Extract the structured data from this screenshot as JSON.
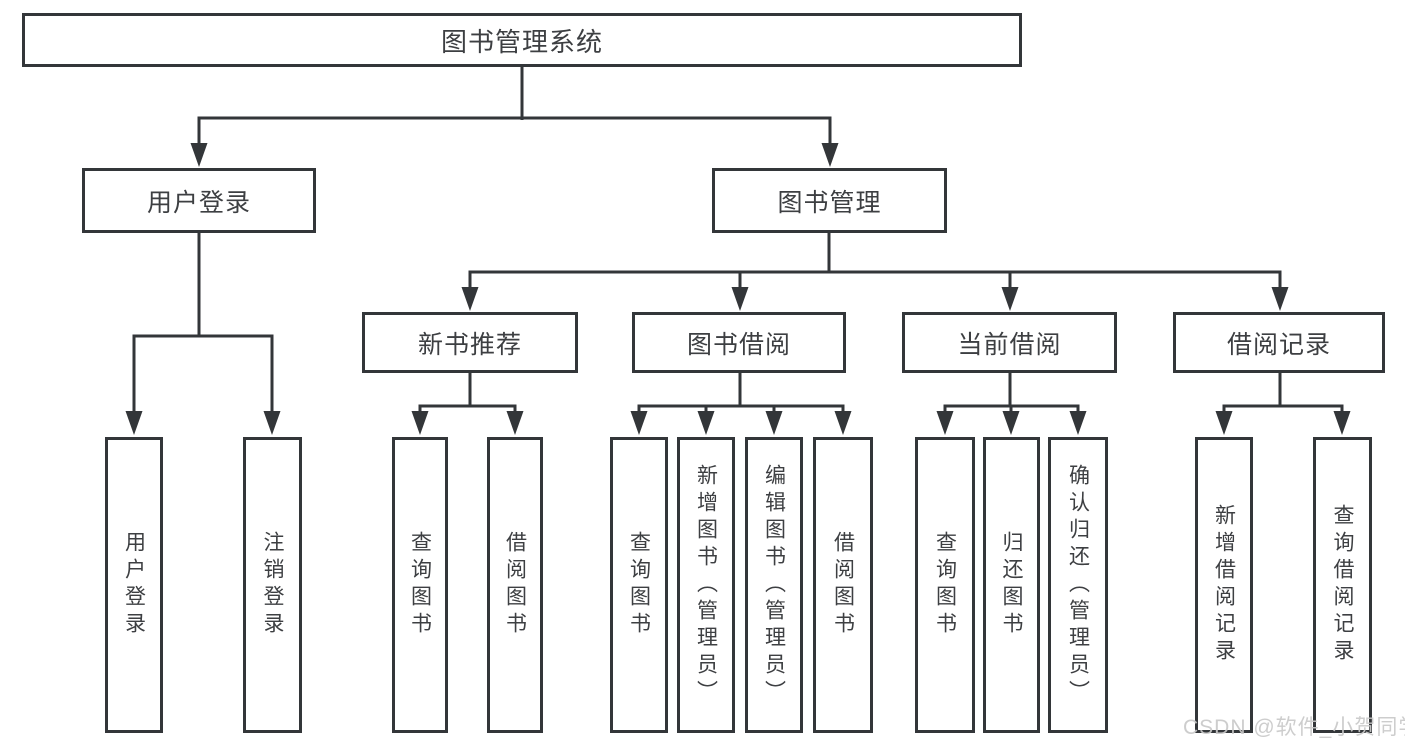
{
  "diagram": {
    "title": "图书管理系统",
    "branches": [
      {
        "label": "用户登录",
        "children": [
          "用户登录",
          "注销登录"
        ]
      },
      {
        "label": "图书管理",
        "children": [
          {
            "label": "新书推荐",
            "children": [
              "查询图书",
              "借阅图书"
            ]
          },
          {
            "label": "图书借阅",
            "children": [
              "查询图书",
              "新增图书（管理员）",
              "编辑图书（管理员）",
              "借阅图书"
            ]
          },
          {
            "label": "当前借阅",
            "children": [
              "查询图书",
              "归还图书",
              "确认归还（管理员）"
            ]
          },
          {
            "label": "借阅记录",
            "children": [
              "新增借阅记录",
              "查询借阅记录"
            ]
          }
        ]
      }
    ]
  },
  "watermark": "CSDN @软件_小贺同学",
  "colors": {
    "line": "#333639",
    "text": "#3d3f42",
    "watermark": "#c9c9c9",
    "background": "#ffffff"
  }
}
